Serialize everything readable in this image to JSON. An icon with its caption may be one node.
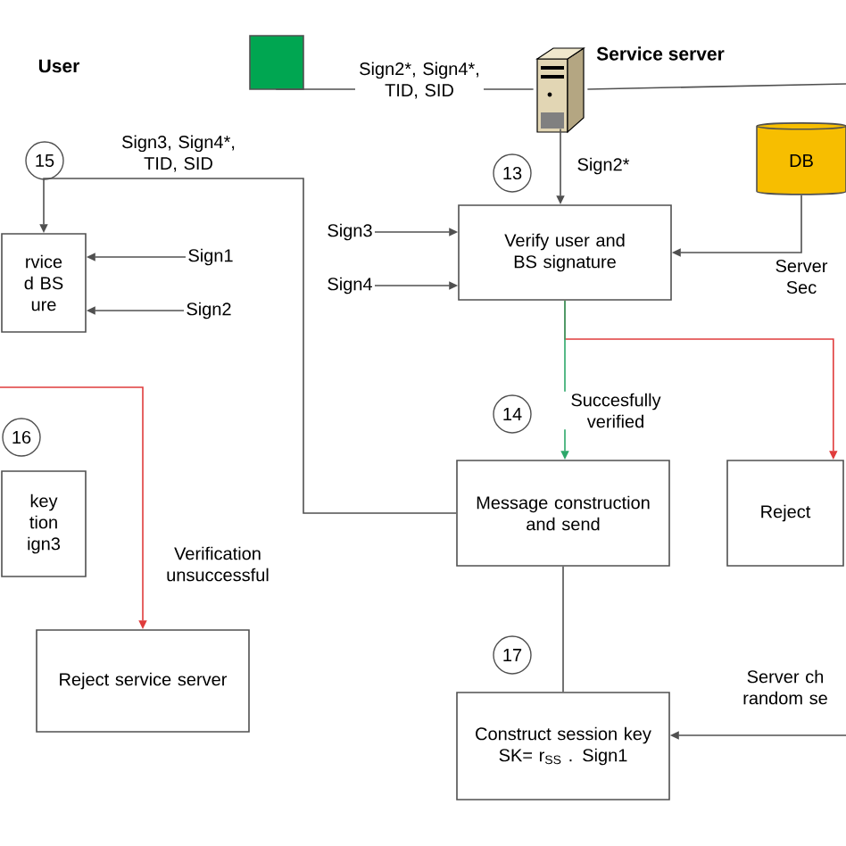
{
  "diagram": {
    "nodes": [
      {
        "text": [],
        "shape": "box"
      },
      {
        "text": [],
        "shape": "picture"
      },
      {
        "text": [
          "15"
        ]
      },
      {
        "text": [
          "13"
        ]
      },
      {
        "text": [
          "DB"
        ]
      },
      {
        "text": [
          "Verify user and BS signature"
        ]
      },
      {
        "text": [
          "rvice d BS ure"
        ]
      },
      {
        "text": [
          "Sign1"
        ]
      },
      {
        "text": [
          "Sign3"
        ]
      },
      {
        "text": [
          "Sign2"
        ]
      },
      {
        "text": [
          "Sign4"
        ]
      },
      {
        "text": [
          "16"
        ]
      },
      {
        "text": [
          "14"
        ]
      },
      {
        "text": [
          "key tion ign3"
        ]
      },
      {
        "text": [
          "Message construction and send"
        ]
      },
      {
        "text": [
          "Reject"
        ]
      },
      {
        "text": [
          "Reject service server"
        ]
      },
      {
        "text": [
          "17"
        ]
      },
      {
        "text": [
          "Construct session key",
          "SK= r$_{SS}$ . Sign1"
        ]
      }
    ],
    "edges": [
      {
        "from": 0,
        "to": 1,
        "arrow": "none",
        "label": "Sign2*, Sign4*, TID, SID"
      },
      {
        "from": 1,
        "to": null,
        "arrow": "none"
      },
      {
        "from": 1,
        "to": 5,
        "arrow": "to",
        "label": "Sign2*"
      },
      {
        "from": 4,
        "to": 5,
        "arrow": "to",
        "label": "Server Sec"
      },
      {
        "from": 8,
        "to": 5,
        "arrow": "to"
      },
      {
        "from": 10,
        "to": 5,
        "arrow": "to"
      },
      {
        "from": 7,
        "to": 6,
        "arrow": "to"
      },
      {
        "from": 9,
        "to": 6,
        "arrow": "to"
      },
      {
        "from": 14,
        "to": 6,
        "arrow": "to",
        "label": "Sign3, Sign4*, TID, SID"
      },
      {
        "from": 5,
        "to": 15,
        "arrow": "to",
        "color": "#e03c3c"
      },
      {
        "from": 5,
        "to": 14,
        "arrow": "to",
        "label": "Succesfully verified",
        "color": "#2ca86a"
      },
      {
        "from": null,
        "to": 16,
        "arrow": "to",
        "label": "Verification unsuccessful",
        "color": "#e03c3c"
      },
      {
        "from": 14,
        "to": 18,
        "arrow": "none"
      },
      {
        "from": null,
        "to": 18,
        "arrow": "to",
        "label": "Server ch random se"
      }
    ],
    "labels": [
      "User",
      "Service server"
    ]
  }
}
